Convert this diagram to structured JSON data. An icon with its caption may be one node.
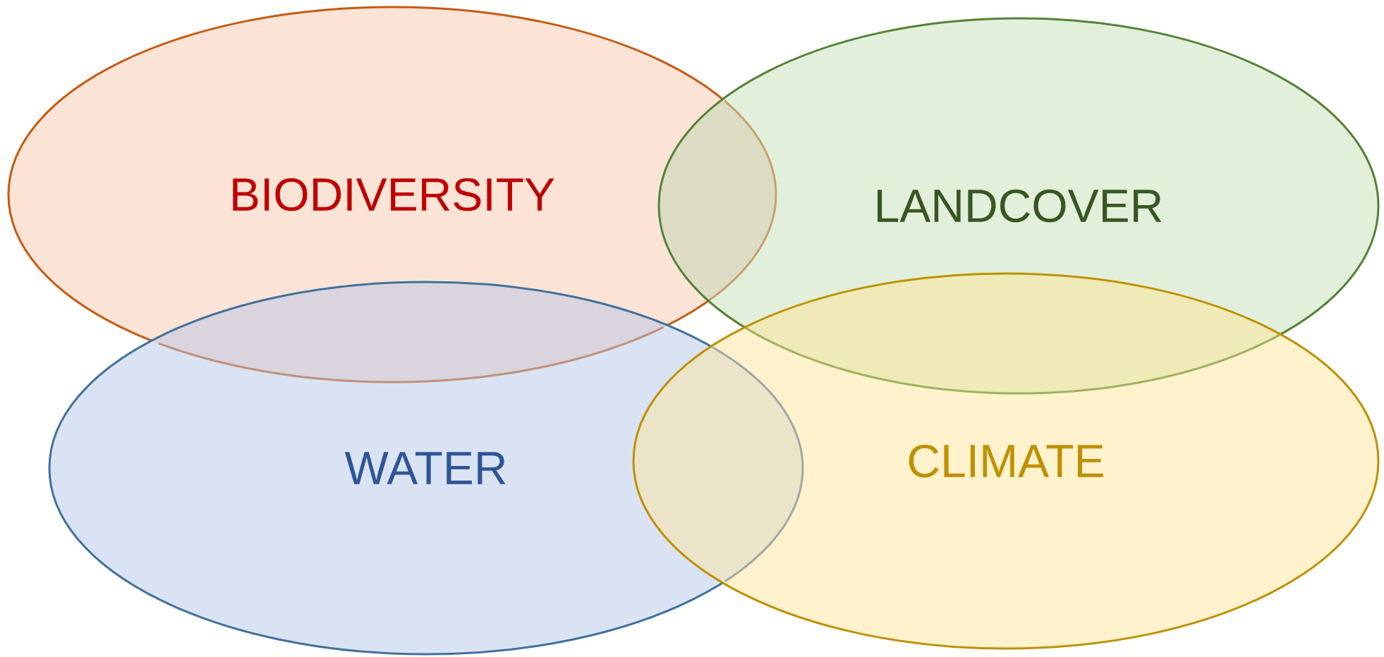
{
  "diagram": {
    "nodes": [
      {
        "text": [
          "BIODIVERSITY"
        ]
      },
      {
        "text": [
          "LANDCOVER"
        ]
      },
      {
        "text": [
          "WATER"
        ]
      },
      {
        "text": [
          "CLIMATE"
        ]
      }
    ]
  }
}
